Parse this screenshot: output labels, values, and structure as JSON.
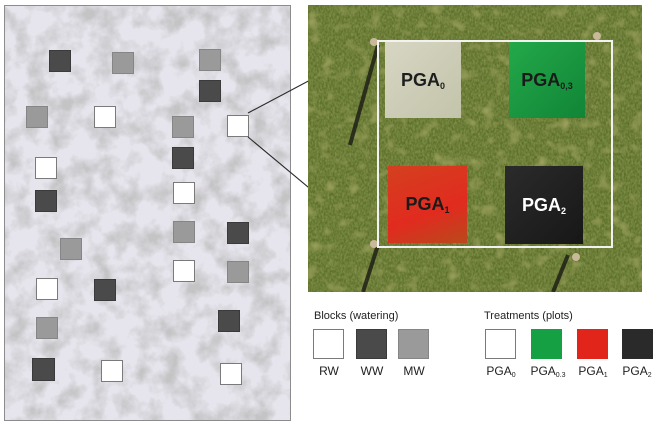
{
  "blocks_legend": {
    "title": "Blocks (watering)",
    "items": [
      {
        "code": "RW",
        "label": "RW",
        "color": "#ffffff"
      },
      {
        "code": "WW",
        "label": "WW",
        "color": "#4a4a4a"
      },
      {
        "code": "MW",
        "label": "MW",
        "color": "#9a9a9a"
      }
    ]
  },
  "treatments_legend": {
    "title": "Treatments (plots)",
    "items": [
      {
        "main": "PGA",
        "sub": "0",
        "color": "#ffffff"
      },
      {
        "main": "PGA",
        "sub": "0.3",
        "color": "#14a043"
      },
      {
        "main": "PGA",
        "sub": "1",
        "color": "#e1251b"
      },
      {
        "main": "PGA",
        "sub": "2",
        "color": "#2a2a2a"
      }
    ]
  },
  "plots": [
    {
      "main": "PGA",
      "sub": "0"
    },
    {
      "main": "PGA",
      "sub": "0,3"
    },
    {
      "main": "PGA",
      "sub": "1"
    },
    {
      "main": "PGA",
      "sub": "2"
    }
  ],
  "field_blocks": [
    "WW",
    "MW",
    "MW",
    "WW",
    "MW",
    "RW",
    "MW",
    "RW",
    "WW",
    "RW",
    "WW",
    "RW",
    "MW",
    "MW",
    "WW",
    "RW",
    "RW",
    "WW",
    "MW",
    "MW",
    "RW",
    "WW",
    "RW"
  ]
}
